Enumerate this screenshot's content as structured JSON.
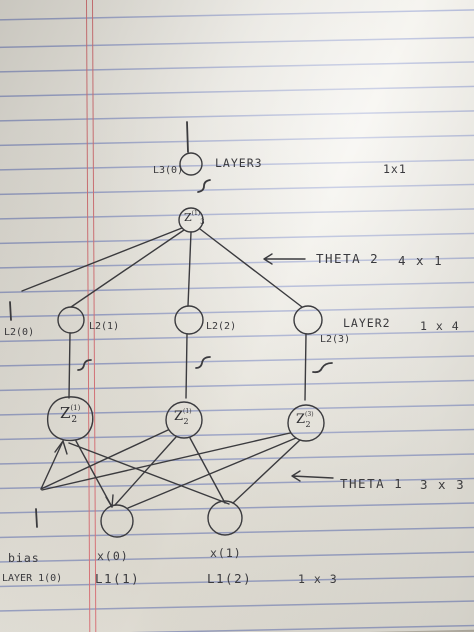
{
  "layer3": {
    "node_label": "L3(0)",
    "layer_label": "LAYER3",
    "size": "1x1",
    "z_node": "Z",
    "z_sub": "3",
    "z_sup": "(1)"
  },
  "theta2": {
    "label": "THETA 2",
    "size": "4 x 1"
  },
  "layer2": {
    "bias_label": "L2(0)",
    "nodes": [
      "L2(1)",
      "L2(2)",
      "L2(3)"
    ],
    "layer_label": "LAYER2",
    "size": "1 x 4",
    "z_nodes": [
      {
        "z": "Z",
        "sub": "2",
        "sup": "(1)"
      },
      {
        "z": "Z",
        "sub": "2",
        "sup": "(1)"
      },
      {
        "z": "Z",
        "sub": "2",
        "sup": "(3)"
      }
    ]
  },
  "theta1": {
    "label": "THETA 1",
    "size": "3 x 3"
  },
  "layer1": {
    "bias_label": "bias",
    "bias_name": "LAYER 1(0)",
    "inputs": [
      "x(0)",
      "x(1)"
    ],
    "node_names": [
      "L1(1)",
      "L1(2)"
    ],
    "size": "1 x 3"
  }
}
